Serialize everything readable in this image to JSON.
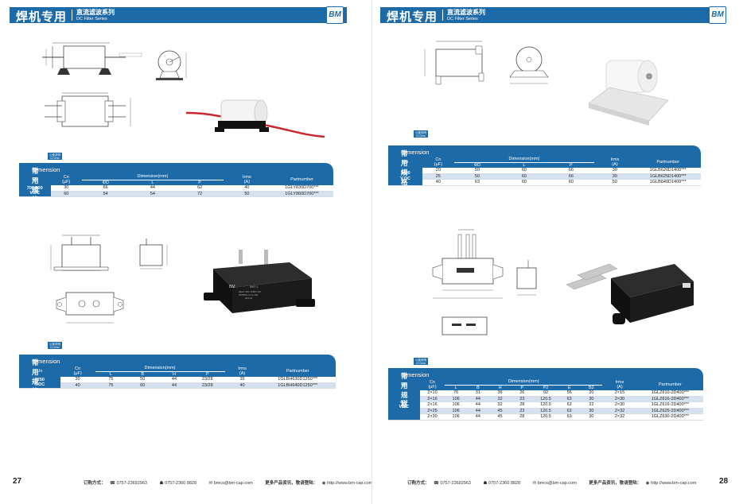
{
  "header": {
    "title": "焊机专用",
    "subtitle_cn": "直流滤波系列",
    "subtitle_en": "DC Filter Series",
    "logo": "BM"
  },
  "labels": {
    "dimension_cn": "常用规格",
    "dimension_en": "Dimension",
    "unit_tag_cn": "公差说明",
    "unit_tag_en": "±2.0mm"
  },
  "tables": {
    "t1": {
      "un_header": "Un",
      "cn_header": [
        "Cn",
        "(μF)"
      ],
      "dim_header": "Dimension(mm)",
      "dim_cols": [
        "ΦD",
        "L",
        "P"
      ],
      "irms_header": [
        "Irms",
        "(A)"
      ],
      "part_header": "Partnumber",
      "un_value": [
        "700/800",
        "V.DC"
      ],
      "rows": [
        [
          "30",
          "66",
          "44",
          "62",
          "40",
          "1GLY830D700***"
        ],
        [
          "60",
          "54",
          "54",
          "72",
          "50",
          "1GLY860D700***"
        ]
      ]
    },
    "t2": {
      "un_header": "Un",
      "cn_header": [
        "Cn",
        "(μF)"
      ],
      "dim_header": "Dimension(mm)",
      "dim_cols": [
        "L",
        "B",
        "H",
        "P"
      ],
      "irms_header": [
        "Irms",
        "(A)"
      ],
      "part_header": "Partnumber",
      "un_value": [
        "1250",
        "V.DC"
      ],
      "rows": [
        [
          "30",
          "75",
          "50",
          "44",
          "23/28",
          "35",
          "1GLBH630D1250***"
        ],
        [
          "40",
          "75",
          "60",
          "44",
          "23/28",
          "40",
          "1GLBH640D1250***"
        ]
      ]
    },
    "t3": {
      "un_header": "Un",
      "cn_header": [
        "Cn",
        "(μF)"
      ],
      "dim_header": "Dimension(mm)",
      "dim_cols": [
        "ΦD",
        "L",
        "P"
      ],
      "irms_header": [
        "Irms",
        "(A)"
      ],
      "part_header": "Partnumber",
      "un_value": [
        "1400",
        "V.DC"
      ],
      "rows": [
        [
          "20",
          "50",
          "60",
          "66",
          "30",
          "1GLB620D1400***"
        ],
        [
          "25",
          "50",
          "60",
          "66",
          "30",
          "1GLB625D1400***"
        ],
        [
          "40",
          "63",
          "60",
          "60",
          "50",
          "1GLB640D1400***"
        ]
      ]
    },
    "t4": {
      "un_header": "Un",
      "cn_header": [
        "Cn",
        "(μF)"
      ],
      "dim_header": "Dimension(mm)",
      "dim_cols": [
        "L",
        "B",
        "H",
        "P",
        "P2",
        "E",
        "B2"
      ],
      "irms_header": [
        "Irms",
        "(A)"
      ],
      "part_header": "Partnumber",
      "un_value": [
        "400",
        "V.DC"
      ],
      "rows": [
        [
          "2×10",
          "76",
          "31",
          "36",
          "26",
          "92",
          "56",
          "20",
          "2×15",
          "1GLZ610-2D400***"
        ],
        [
          "2×16",
          "106",
          "44",
          "32",
          "23",
          "120.5",
          "63",
          "30",
          "2×30",
          "1GLZ616-2D400***"
        ],
        [
          "2×16",
          "106",
          "44",
          "32",
          "28",
          "120.5",
          "63",
          "22",
          "2×30",
          "1GLZ616-2D400***"
        ],
        [
          "2×25",
          "106",
          "44",
          "45",
          "23",
          "120.5",
          "63",
          "30",
          "2×32",
          "1GLZ625-2D400***"
        ],
        [
          "2×30",
          "106",
          "44",
          "45",
          "28",
          "120.5",
          "63",
          "30",
          "2×32",
          "1GLZ630-2D400***"
        ]
      ]
    }
  },
  "footer": {
    "order_label": "订购方式：",
    "phone1": "0757-23692963",
    "phone2": "0757-2360 8828",
    "email": "bmcs@bm-cap.com",
    "more_label": "更多产品资讯，敬请登陆：",
    "website": "http://www.bm-cap.com"
  },
  "pages": {
    "left": "27",
    "right": "28"
  },
  "product_print": {
    "brand": "BM",
    "model": "MKP-L",
    "rating": "40μF ±5%  1250V.DC",
    "sub": "65/85/21 Irms 40A",
    "date": "2014.8"
  },
  "colors": {
    "brand_blue": "#1d6aa8",
    "row_alt": "#d6e1ef",
    "lead_red": "#c8292e"
  }
}
